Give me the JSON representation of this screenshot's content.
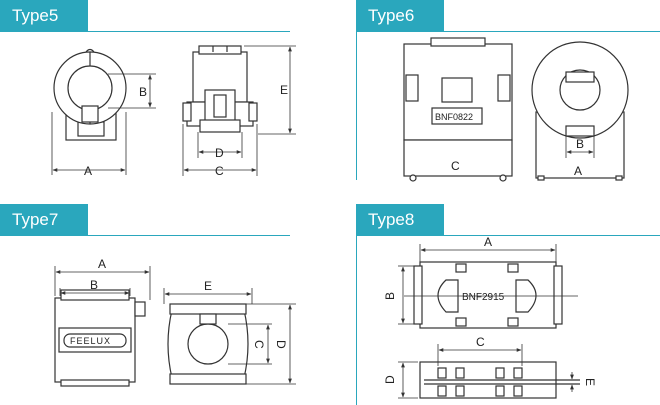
{
  "sections": [
    {
      "title": "Type5",
      "dims": [
        "A",
        "B",
        "C",
        "D",
        "E"
      ]
    },
    {
      "title": "Type6",
      "dims": [
        "A",
        "B",
        "C"
      ],
      "part_label": "BNF0822"
    },
    {
      "title": "Type7",
      "dims": [
        "A",
        "B",
        "C",
        "D",
        "E"
      ],
      "part_label": "FEELUX"
    },
    {
      "title": "Type8",
      "dims": [
        "A",
        "B",
        "C",
        "D",
        "E"
      ],
      "part_label": "BNF2915"
    }
  ],
  "colors": {
    "accent": "#2aa7bd",
    "line": "#333333"
  }
}
